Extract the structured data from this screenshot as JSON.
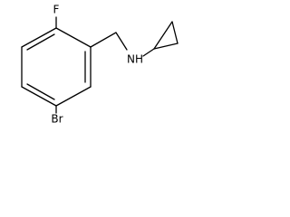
{
  "molecule": {
    "atoms": {
      "fluorine": "F",
      "amine": "NH",
      "bromine": "Br"
    },
    "bond_color": "#000000",
    "label_color": "#000000"
  }
}
